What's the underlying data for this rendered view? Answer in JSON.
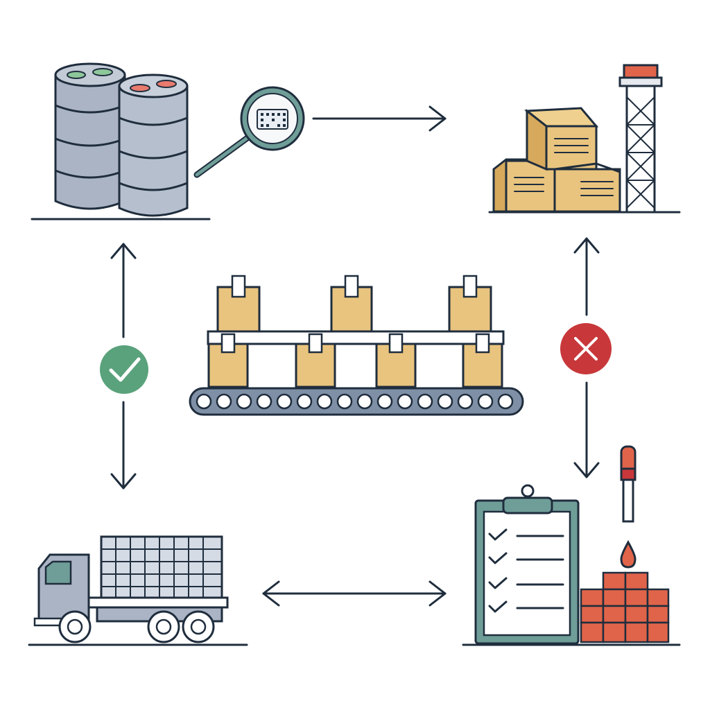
{
  "diagram": {
    "nodes": [
      {
        "id": "data-storage",
        "icon": "database-barrels-icon"
      },
      {
        "id": "warehouse",
        "icon": "warehouse-boxes-icon"
      },
      {
        "id": "conveyor",
        "icon": "conveyor-belt-icon"
      },
      {
        "id": "delivery-truck",
        "icon": "truck-icon"
      },
      {
        "id": "quality-check",
        "icon": "clipboard-checklist-icon"
      }
    ],
    "edges": [
      {
        "from": "data-storage",
        "to": "warehouse",
        "style": "one-way"
      },
      {
        "from": "warehouse",
        "to": "quality-check",
        "style": "two-way",
        "status": "rejected"
      },
      {
        "from": "data-storage",
        "to": "delivery-truck",
        "style": "two-way",
        "status": "approved"
      },
      {
        "from": "delivery-truck",
        "to": "quality-check",
        "style": "two-way"
      }
    ],
    "status_colors": {
      "approved": "#5aa27c",
      "rejected": "#c8373a"
    },
    "palette": {
      "ink": "#1f2d3d",
      "box": "#e9c47e",
      "steel": "#9aa6b8",
      "accent_teal": "#6f9e98",
      "brick": "#e0644a"
    }
  }
}
